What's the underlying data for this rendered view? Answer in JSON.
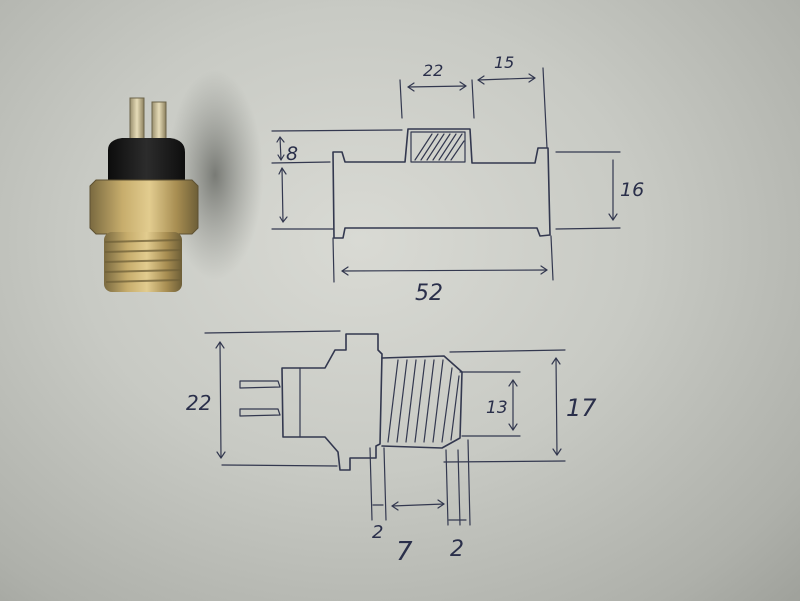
{
  "top_view": {
    "dim_width_22": "22",
    "dim_width_15": "15",
    "dim_height_8": "8",
    "dim_height_16": "16",
    "dim_length_52": "52"
  },
  "side_view": {
    "dim_height_22": "22",
    "dim_height_13": "13",
    "dim_height_17": "17",
    "dim_length_2": "2",
    "dim_length_7": "7",
    "dim_length_2b": "2"
  },
  "colors": {
    "paper": "#cfd1cb",
    "ink": "#33384f",
    "brass": "#b59a5e",
    "plastic": "#1b1b1b"
  }
}
